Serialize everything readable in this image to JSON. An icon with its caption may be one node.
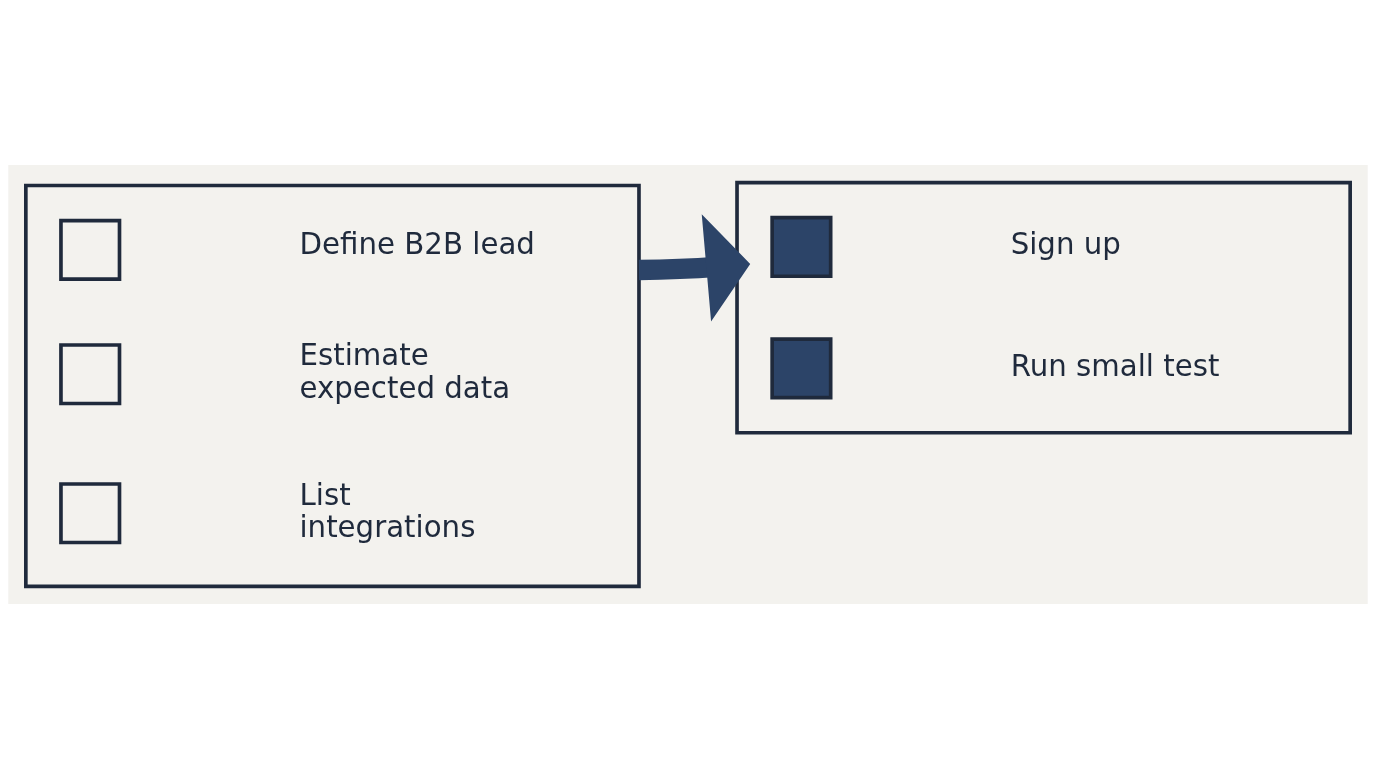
{
  "diagram": {
    "nodes": [
      {
        "text": [],
        "shape": "box"
      },
      {
        "text": [],
        "shape": "box",
        "in": 0
      },
      {
        "text": [
          "Define B2B lead"
        ],
        "in": 0
      },
      {
        "text": [],
        "shape": "box",
        "in": 0
      },
      {
        "text": [
          "Estimate expected data"
        ],
        "in": 0
      },
      {
        "text": [],
        "shape": "box",
        "in": 0
      },
      {
        "text": [
          "List integrations"
        ],
        "in": 0
      },
      {
        "text": [],
        "shape": "box"
      },
      {
        "text": [],
        "shape": "checkmark",
        "in": 7
      },
      {
        "text": [
          "Sign up"
        ],
        "in": 7
      },
      {
        "text": [],
        "shape": "checkmark",
        "in": 7
      },
      {
        "text": [
          "Run small test"
        ],
        "in": 7
      }
    ],
    "edges": [
      {
        "from": 0,
        "to": 7,
        "arrow": "to"
      }
    ]
  }
}
